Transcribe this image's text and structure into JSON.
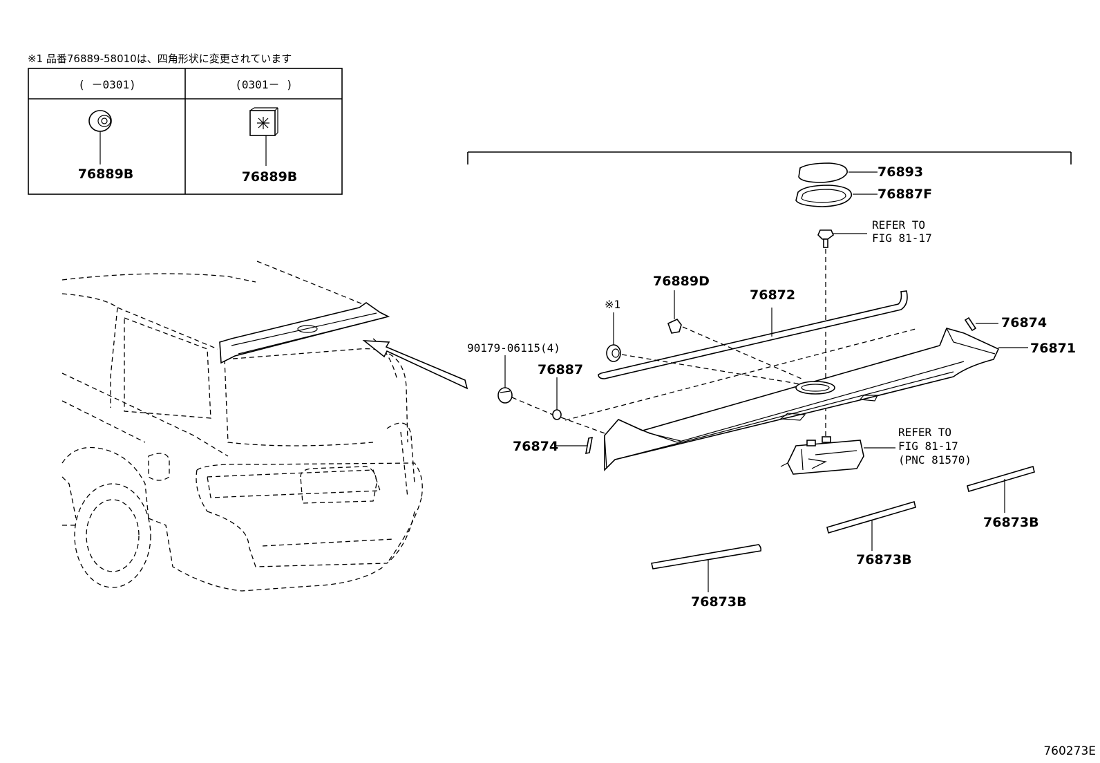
{
  "note": {
    "text": "※1 品番76889-58010は、四角形状に変更されています"
  },
  "table": {
    "col_left_header": "(  －0301)",
    "col_right_header": "(0301－  )",
    "col_left_part": "76889B",
    "col_right_part": "76889B"
  },
  "parts": {
    "p76893": "76893",
    "p76887F": "76887F",
    "ref_top_line1": "REFER TO",
    "ref_top_line2": "FIG 81-17",
    "p76889D": "76889D",
    "p76872": "76872",
    "star1": "※1",
    "p76874_right": "76874",
    "p76871": "76871",
    "p90179": "90179-06115(4)",
    "p76887": "76887",
    "p76874_left": "76874",
    "ref_lamp_line1": "REFER TO",
    "ref_lamp_line2": "FIG 81-17",
    "ref_lamp_line3": "(PNC 81570)",
    "p76873B_right": "76873B",
    "p76873B_mid": "76873B",
    "p76873B_left": "76873B"
  },
  "figure_id": "760273E"
}
